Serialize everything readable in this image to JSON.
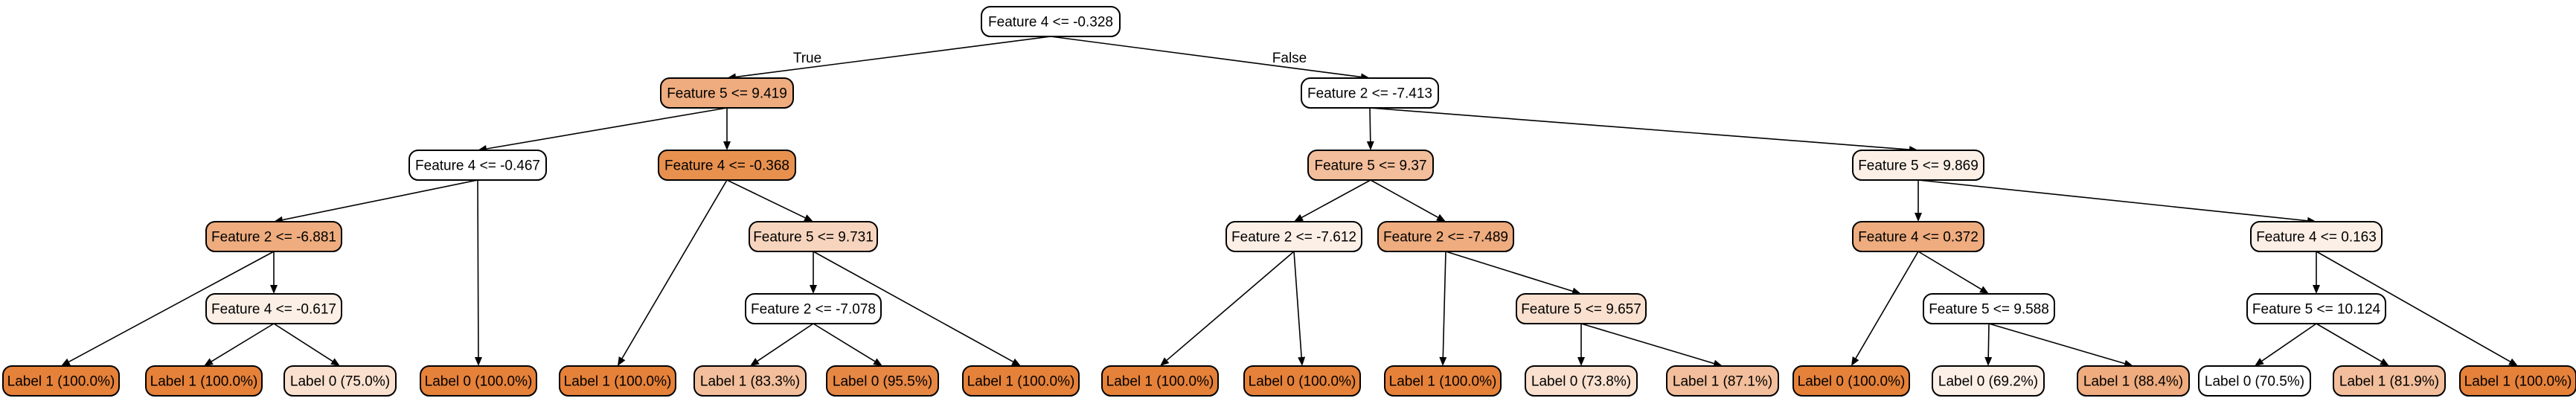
{
  "edge_labels": {
    "true_label": "True",
    "false_label": "False"
  },
  "colors": {
    "white": "#ffffff",
    "pale": "#fcefe6",
    "light": "#f9e0cf",
    "peach": "#f6d4bd",
    "salmon": "#f2be9b",
    "tan": "#eeac7f",
    "orange": "#e58139",
    "deep": "#e68744",
    "mid": "#e8914f"
  },
  "nodes": [
    {
      "id": "n0",
      "text": "Feature 4 <= -0.328",
      "fill": "white"
    },
    {
      "id": "n1",
      "text": "Feature 5 <= 9.419",
      "fill": "tan"
    },
    {
      "id": "n2",
      "text": "Feature 4 <= -0.467",
      "fill": "white"
    },
    {
      "id": "n3",
      "text": "Feature 2 <= -6.881",
      "fill": "tan"
    },
    {
      "id": "n4",
      "text": "Label 1 (100.0%)",
      "fill": "orange"
    },
    {
      "id": "n5",
      "text": "Feature 4 <= -0.617",
      "fill": "pale"
    },
    {
      "id": "n6",
      "text": "Label 1 (100.0%)",
      "fill": "orange"
    },
    {
      "id": "n7",
      "text": "Label 0 (75.0%)",
      "fill": "light"
    },
    {
      "id": "n8",
      "text": "Label 0 (100.0%)",
      "fill": "orange"
    },
    {
      "id": "n9",
      "text": "Feature 4 <= -0.368",
      "fill": "mid"
    },
    {
      "id": "n10",
      "text": "Label 1 (100.0%)",
      "fill": "orange"
    },
    {
      "id": "n11",
      "text": "Feature 5 <= 9.731",
      "fill": "peach"
    },
    {
      "id": "n12",
      "text": "Feature 2 <= -7.078",
      "fill": "white"
    },
    {
      "id": "n13",
      "text": "Label 1 (83.3%)",
      "fill": "salmon"
    },
    {
      "id": "n14",
      "text": "Label 0 (95.5%)",
      "fill": "deep"
    },
    {
      "id": "n15",
      "text": "Label 1 (100.0%)",
      "fill": "orange"
    },
    {
      "id": "n16",
      "text": "Feature 2 <= -7.413",
      "fill": "white"
    },
    {
      "id": "n17",
      "text": "Feature 5 <= 9.37",
      "fill": "salmon"
    },
    {
      "id": "n18",
      "text": "Feature 2 <= -7.612",
      "fill": "pale"
    },
    {
      "id": "n19",
      "text": "Label 1 (100.0%)",
      "fill": "orange"
    },
    {
      "id": "n20",
      "text": "Label 0 (100.0%)",
      "fill": "orange"
    },
    {
      "id": "n21",
      "text": "Feature 2 <= -7.489",
      "fill": "tan"
    },
    {
      "id": "n22",
      "text": "Label 1 (100.0%)",
      "fill": "orange"
    },
    {
      "id": "n23",
      "text": "Feature 5 <= 9.657",
      "fill": "light"
    },
    {
      "id": "n24",
      "text": "Label 0 (73.8%)",
      "fill": "light"
    },
    {
      "id": "n25",
      "text": "Label 1 (87.1%)",
      "fill": "salmon"
    },
    {
      "id": "n26",
      "text": "Feature 5 <= 9.869",
      "fill": "pale"
    },
    {
      "id": "n27",
      "text": "Feature 4 <= 0.372",
      "fill": "tan"
    },
    {
      "id": "n28",
      "text": "Label 0 (100.0%)",
      "fill": "orange"
    },
    {
      "id": "n29",
      "text": "Feature 5 <= 9.588",
      "fill": "white"
    },
    {
      "id": "n30",
      "text": "Label 0 (69.2%)",
      "fill": "pale"
    },
    {
      "id": "n31",
      "text": "Label 1 (88.4%)",
      "fill": "tan"
    },
    {
      "id": "n32",
      "text": "Feature 4 <= 0.163",
      "fill": "pale"
    },
    {
      "id": "n33",
      "text": "Feature 5 <= 10.124",
      "fill": "white"
    },
    {
      "id": "n34",
      "text": "Label 0 (70.5%)",
      "fill": "white"
    },
    {
      "id": "n35",
      "text": "Label 1 (81.9%)",
      "fill": "salmon"
    },
    {
      "id": "n36",
      "text": "Label 1 (100.0%)",
      "fill": "orange"
    }
  ],
  "edges": [
    [
      "n0",
      "n1"
    ],
    [
      "n0",
      "n16"
    ],
    [
      "n1",
      "n2"
    ],
    [
      "n1",
      "n9"
    ],
    [
      "n2",
      "n3"
    ],
    [
      "n2",
      "n8"
    ],
    [
      "n3",
      "n4"
    ],
    [
      "n3",
      "n5"
    ],
    [
      "n5",
      "n6"
    ],
    [
      "n5",
      "n7"
    ],
    [
      "n9",
      "n10"
    ],
    [
      "n9",
      "n11"
    ],
    [
      "n11",
      "n12"
    ],
    [
      "n11",
      "n15"
    ],
    [
      "n12",
      "n13"
    ],
    [
      "n12",
      "n14"
    ],
    [
      "n16",
      "n17"
    ],
    [
      "n16",
      "n26"
    ],
    [
      "n17",
      "n18"
    ],
    [
      "n17",
      "n21"
    ],
    [
      "n18",
      "n19"
    ],
    [
      "n18",
      "n20"
    ],
    [
      "n21",
      "n22"
    ],
    [
      "n21",
      "n23"
    ],
    [
      "n23",
      "n24"
    ],
    [
      "n23",
      "n25"
    ],
    [
      "n26",
      "n27"
    ],
    [
      "n26",
      "n32"
    ],
    [
      "n27",
      "n28"
    ],
    [
      "n27",
      "n29"
    ],
    [
      "n29",
      "n30"
    ],
    [
      "n29",
      "n31"
    ],
    [
      "n32",
      "n33"
    ],
    [
      "n32",
      "n36"
    ],
    [
      "n33",
      "n34"
    ],
    [
      "n33",
      "n35"
    ]
  ]
}
